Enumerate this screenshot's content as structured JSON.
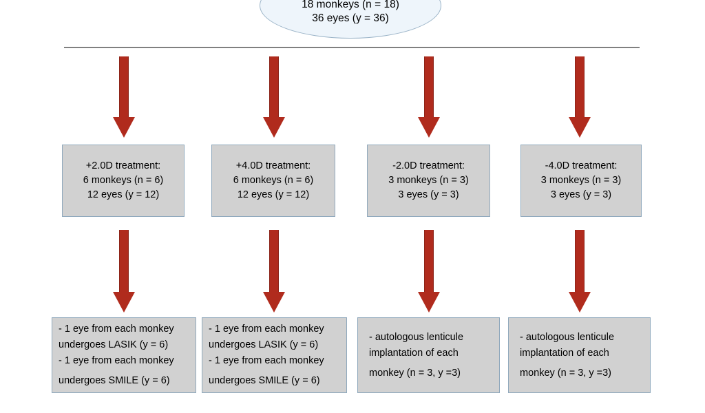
{
  "diagram": {
    "title": "Monkey refractive surgery study allocation flowchart",
    "colors": {
      "arrow": "#b02b1d",
      "box_fill": "#d1d1d1",
      "box_border": "#8fa8bc",
      "ellipse_fill": "#eef5fb",
      "ellipse_border": "#9ab3c7",
      "connector_line": "#808080",
      "text": "#000000",
      "background": "#ffffff"
    },
    "root": {
      "shape": "ellipse",
      "lines": [
        "18 monkeys (n = 18)",
        "36 eyes (y = 36)"
      ]
    },
    "connector": {
      "type": "horizontal-distribution-bar"
    },
    "arrows": [
      {
        "name": "arrow-to-group-1"
      },
      {
        "name": "arrow-to-group-2"
      },
      {
        "name": "arrow-to-group-3"
      },
      {
        "name": "arrow-to-group-4"
      },
      {
        "name": "arrow-to-procedure-1"
      },
      {
        "name": "arrow-to-procedure-2"
      },
      {
        "name": "arrow-to-procedure-3"
      },
      {
        "name": "arrow-to-procedure-4"
      }
    ],
    "groups": [
      {
        "id": "group-plus-2d",
        "lines": [
          "+2.0D treatment:",
          "6 monkeys (n = 6)",
          "12 eyes (y = 12)"
        ]
      },
      {
        "id": "group-plus-4d",
        "lines": [
          "+4.0D treatment:",
          "6 monkeys (n = 6)",
          "12 eyes (y = 12)"
        ]
      },
      {
        "id": "group-minus-2d",
        "lines": [
          "-2.0D treatment:",
          "3 monkeys (n = 3)",
          "3 eyes (y = 3)"
        ]
      },
      {
        "id": "group-minus-4d",
        "lines": [
          "-4.0D treatment:",
          "3 monkeys (n = 3)",
          "3 eyes (y = 3)"
        ]
      }
    ],
    "procedures": [
      {
        "id": "procedure-lasik-smile-1",
        "lines": [
          "- 1 eye from each monkey",
          "undergoes LASIK (y = 6)",
          "- 1 eye from each monkey",
          "undergoes SMILE (y = 6)"
        ]
      },
      {
        "id": "procedure-lasik-smile-2",
        "lines": [
          "- 1 eye from each monkey",
          "undergoes LASIK (y = 6)",
          "- 1 eye from each monkey",
          "undergoes SMILE (y = 6)"
        ]
      },
      {
        "id": "procedure-lenticule-1",
        "lines": [
          "- autologous lenticule",
          "implantation of each",
          "monkey (n = 3, y =3)"
        ]
      },
      {
        "id": "procedure-lenticule-2",
        "lines": [
          "- autologous lenticule",
          "implantation of each",
          "monkey (n = 3, y =3)"
        ]
      }
    ]
  }
}
